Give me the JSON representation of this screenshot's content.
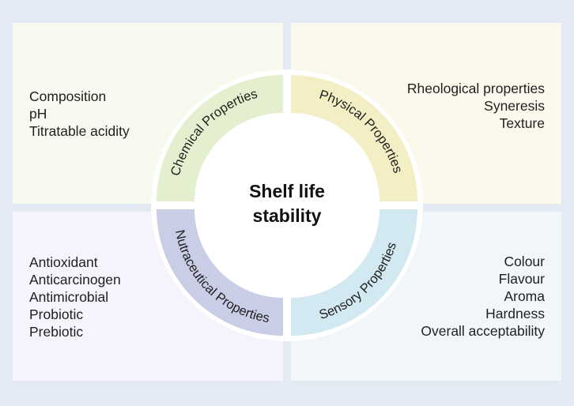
{
  "center": {
    "line1": "Shelf life",
    "line2": "stability"
  },
  "segments": {
    "chemical": "Chemical Properties",
    "physical": "Physical Properties",
    "nutraceutical": "Nutraceutical Properties",
    "sensory": "Sensory Properties"
  },
  "chemical_items": [
    "Composition",
    "pH",
    "Titratable acidity"
  ],
  "physical_items": [
    "Rheological properties",
    "Syneresis",
    "Texture"
  ],
  "nutraceutical_items": [
    "Antioxidant",
    "Anticarcinogen",
    "Antimicrobial",
    "Probiotic",
    "Prebiotic"
  ],
  "sensory_items": [
    "Colour",
    "Flavour",
    "Aroma",
    "Hardness",
    "Overall acceptability"
  ],
  "colors": {
    "chemical_ring": "#e4efcf",
    "physical_ring": "#f4eec4",
    "nutraceutical_ring": "#c9cee6",
    "sensory_ring": "#d2e9f1"
  }
}
